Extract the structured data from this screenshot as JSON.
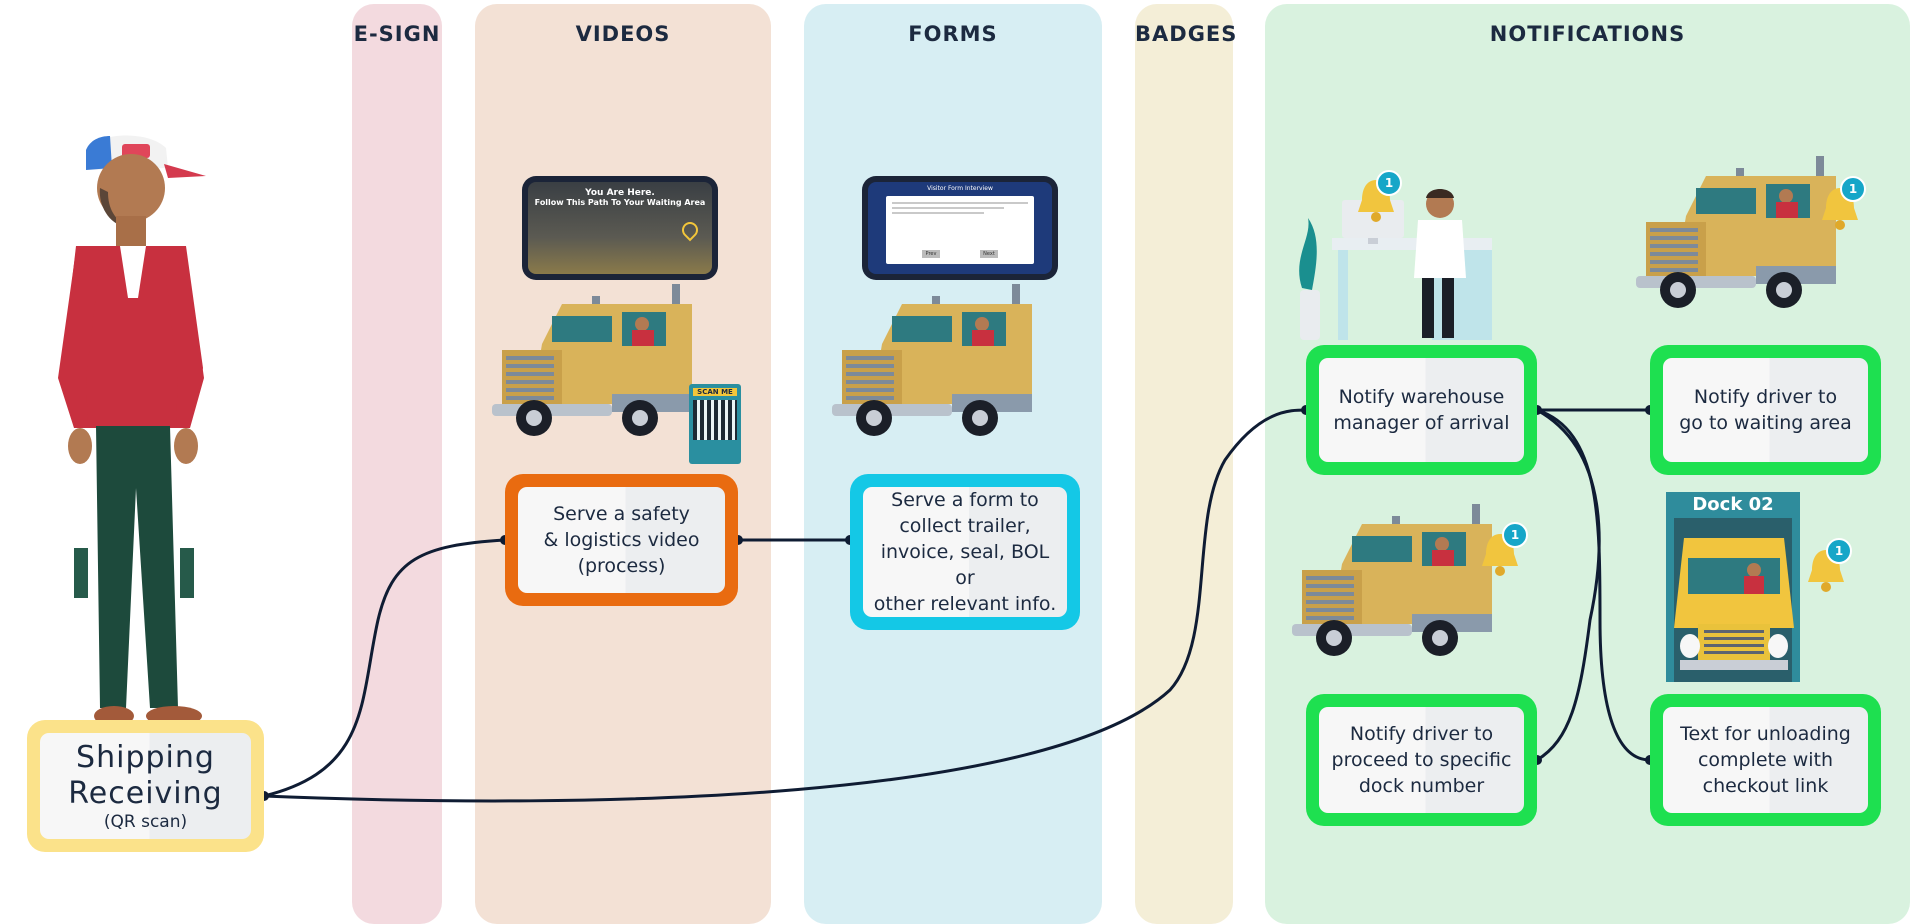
{
  "lanes": [
    {
      "id": "esign",
      "title": "E-SIGN",
      "color": "#f3dadf"
    },
    {
      "id": "videos",
      "title": "VIDEOS",
      "color": "#f3e1d5"
    },
    {
      "id": "forms",
      "title": "FORMS",
      "color": "#d7eef3"
    },
    {
      "id": "badges",
      "title": "BADGES",
      "color": "#f4eed7"
    },
    {
      "id": "notifications",
      "title": "NOTIFICATIONS",
      "color": "#d9f2df"
    }
  ],
  "nodes": {
    "start": {
      "title": "Shipping\nReceiving",
      "subtitle": "(QR scan)"
    },
    "video": {
      "text": "Serve a safety\n& logistics video\n(process)"
    },
    "form": {
      "text": "Serve a form to\ncollect trailer,\ninvoice, seal, BOL or\nother relevant info."
    },
    "notify_manager": {
      "text": "Notify warehouse\nmanager of arrival"
    },
    "notify_waiting": {
      "text": "Notify driver to\ngo to waiting area"
    },
    "notify_dock": {
      "text": "Notify driver to\nproceed to specific\ndock number"
    },
    "text_unloading": {
      "text": "Text for unloading\ncomplete with\ncheckout link"
    }
  },
  "phones": {
    "video_screen": {
      "line1": "You Are Here.",
      "line2": "Follow This Path To Your Waiting Area"
    },
    "form_screen": {
      "header": "Visitor Form Interview",
      "btn_prev": "Prev",
      "btn_next": "Next"
    }
  },
  "qr_sign": {
    "label": "SCAN ME"
  },
  "dock_sign": {
    "label": "Dock 02"
  },
  "notification_count": "1",
  "colors": {
    "orange": "#e96b10",
    "cyan": "#14c8e6",
    "green": "#1ee050",
    "yellow": "#fbe28a",
    "line": "#0f1c33"
  }
}
